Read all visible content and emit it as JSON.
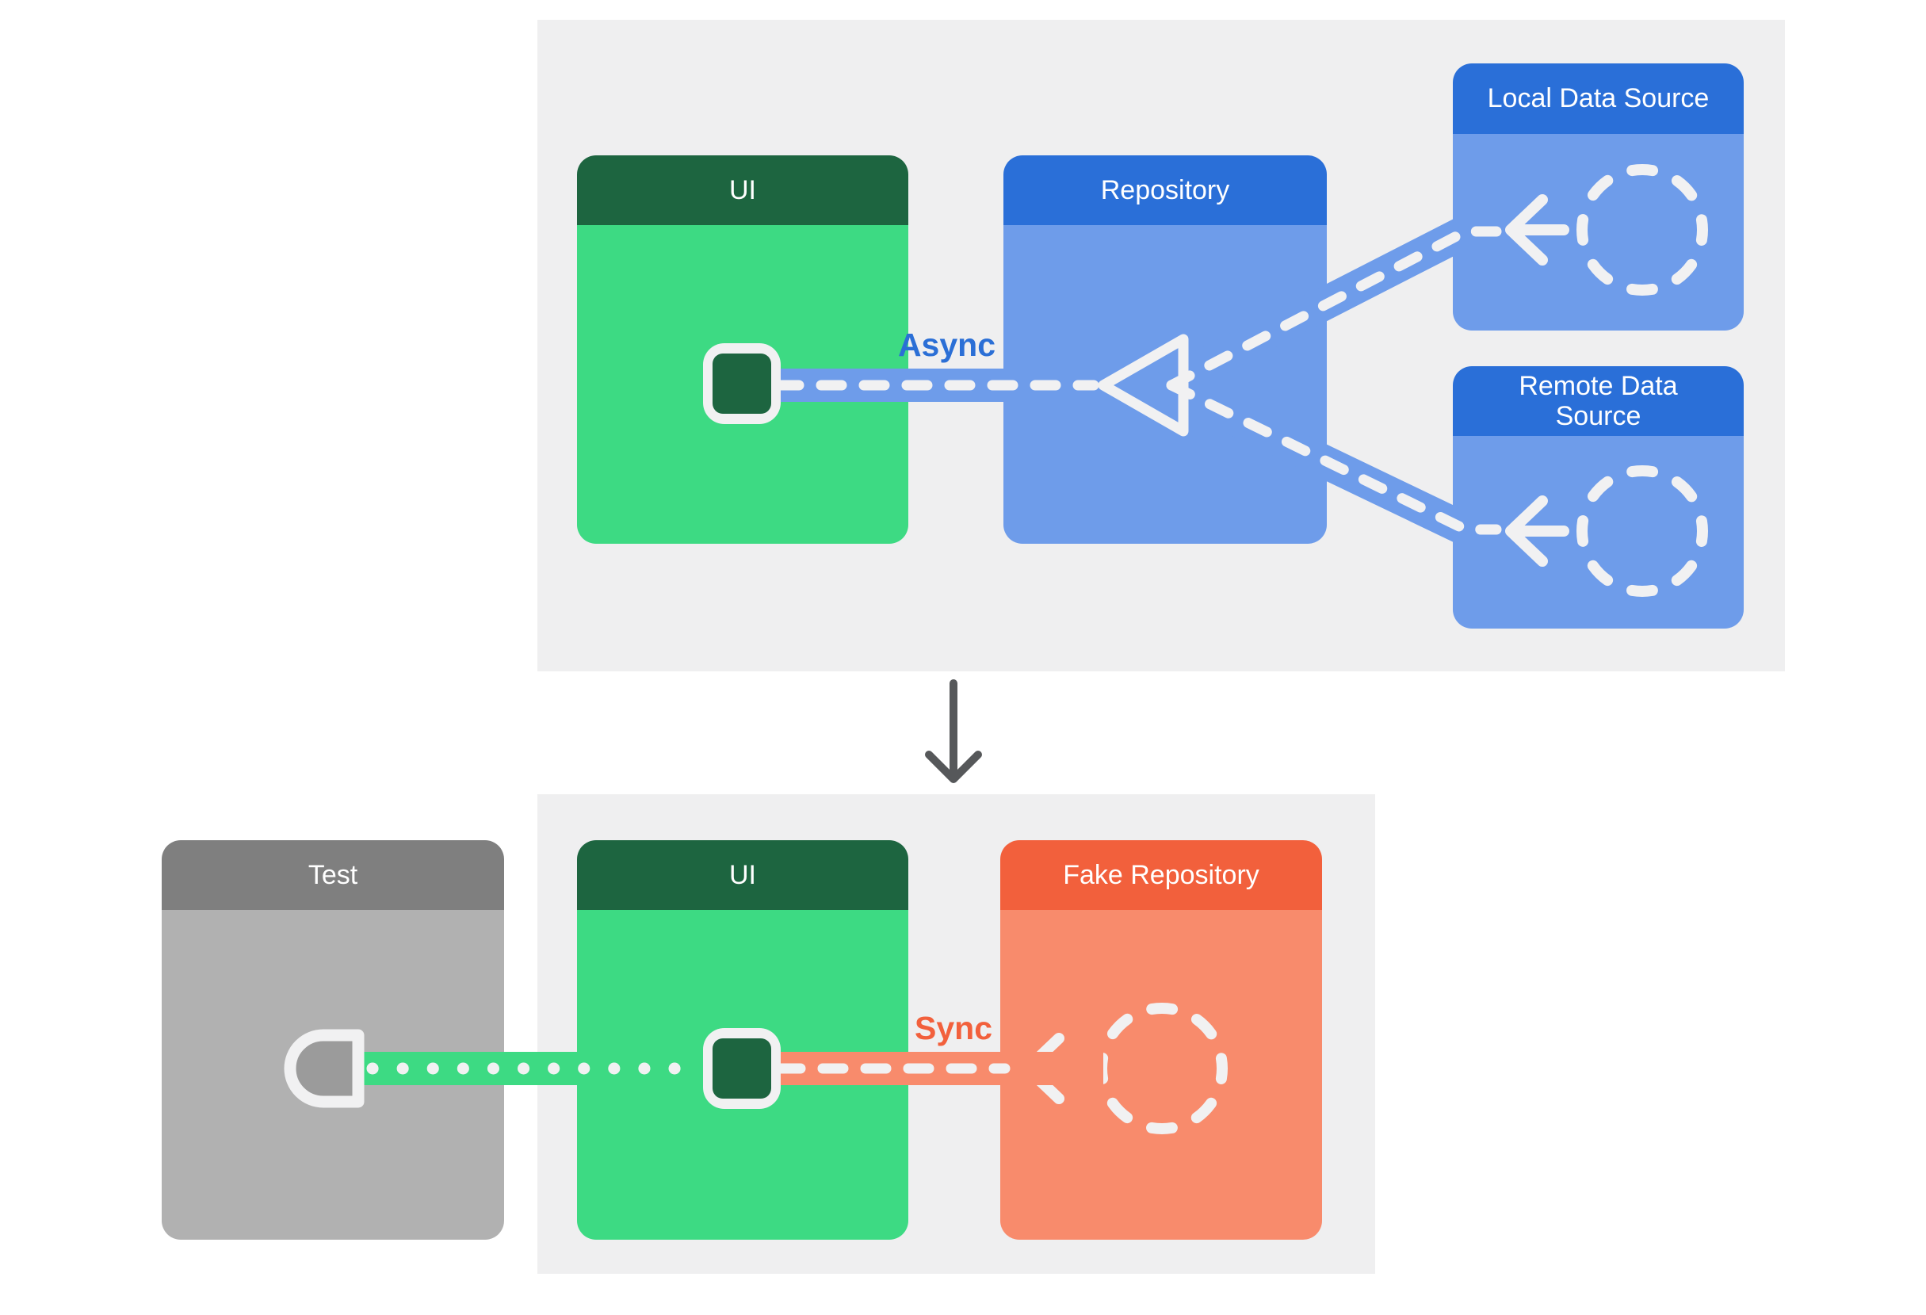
{
  "top_section": {
    "ui_box": {
      "title": "UI"
    },
    "repository_box": {
      "title": "Repository"
    },
    "local_data_source_box": {
      "title": "Local Data Source"
    },
    "remote_data_source_box": {
      "title": "Remote Data Source"
    },
    "async_label": "Async"
  },
  "bottom_section": {
    "test_box": {
      "title": "Test"
    },
    "ui_box": {
      "title": "UI"
    },
    "fake_repository_box": {
      "title": "Fake Repository"
    },
    "sync_label": "Sync"
  },
  "icons": {
    "ui_element_chip": "rounded-square",
    "data_source_placeholder": "dashed-circle",
    "repository_consumer": "left-triangle-outline",
    "flow_arrow": "left-arrow",
    "test_probe": "d-shaped-socket",
    "transition_arrow": "down-arrow"
  },
  "colors": {
    "page_background": "#ffffff",
    "panel_background": "#efeff0",
    "green_header": "#1d6540",
    "green_body": "#3dda83",
    "blue_header": "#2a6fd8",
    "blue_body": "#6e9cea",
    "orange_header": "#f2603c",
    "orange_body": "#f88b6c",
    "gray_header": "#7f7f7f",
    "gray_body": "#b1b1b1",
    "socket_fill": "#9b9b9b",
    "connector_white": "#f1f1f2",
    "async_label_color": "#2b6fd6",
    "sync_label_color": "#f2603c",
    "transition_arrow_color": "#56585a"
  }
}
